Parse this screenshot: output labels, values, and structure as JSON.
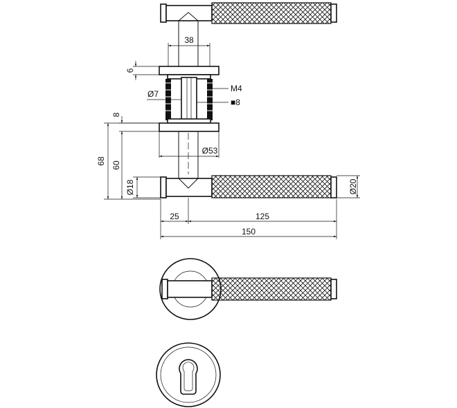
{
  "dimensions": {
    "d38": "38",
    "d6": "6",
    "dia7": "Ø7",
    "m4": "M4",
    "sq8": "■8",
    "d8": "8",
    "d68": "68",
    "d60": "60",
    "dia53": "Ø53",
    "dia18": "Ø18",
    "dia20": "Ø20",
    "d25": "25",
    "d125": "125",
    "d150": "150"
  },
  "colors": {
    "line": "#111111",
    "background": "#ffffff"
  },
  "icons": {
    "knurl": "knurled-grip-pattern",
    "keyhole": "euro-profile-cylinder-hole"
  }
}
